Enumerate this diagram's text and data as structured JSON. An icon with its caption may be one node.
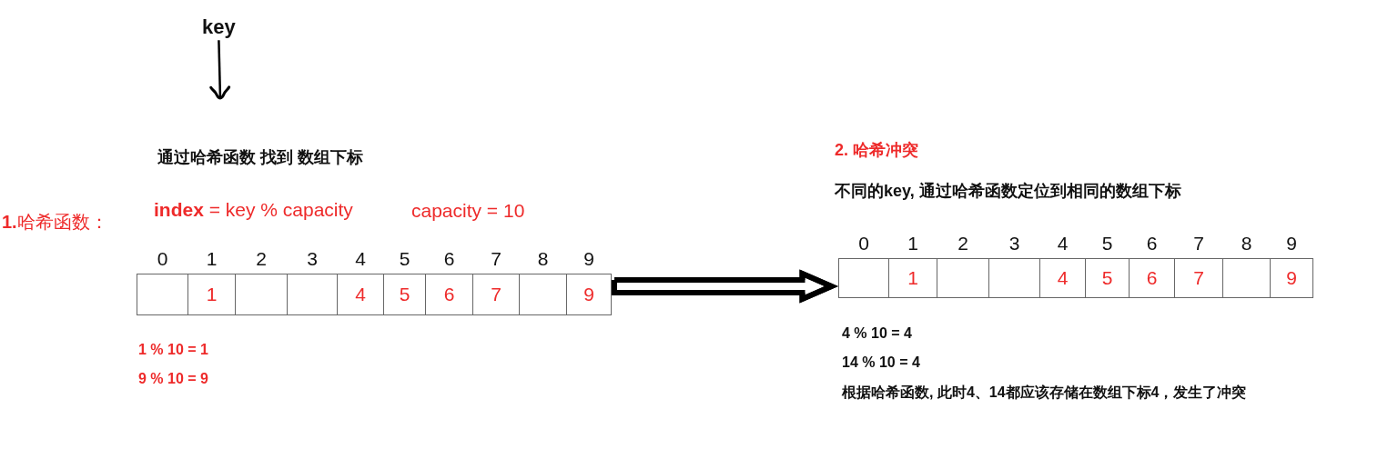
{
  "diagram": {
    "nodes": [
      {
        "text": [
          "key"
        ]
      },
      {
        "text": [],
        "shape": "box"
      },
      {
        "text": [],
        "shape": "box",
        "in": 1,
        "beside": [
          "0"
        ]
      },
      {
        "text": [
          "1"
        ],
        "in": 1,
        "beside": [
          "1"
        ]
      },
      {
        "text": [],
        "shape": "box",
        "in": 1,
        "beside": [
          "2"
        ]
      },
      {
        "text": [],
        "shape": "box",
        "in": 1,
        "beside": [
          "3"
        ]
      },
      {
        "text": [
          "4"
        ],
        "in": 1,
        "beside": [
          "4"
        ]
      },
      {
        "text": [
          "5"
        ],
        "in": 1,
        "beside": [
          "5"
        ]
      },
      {
        "text": [
          "6"
        ],
        "in": 1,
        "beside": [
          "6"
        ]
      },
      {
        "text": [
          "7"
        ],
        "in": 1,
        "beside": [
          "7"
        ]
      },
      {
        "text": [],
        "shape": "box",
        "in": 1,
        "beside": [
          "8"
        ]
      },
      {
        "text": [
          "9"
        ],
        "in": 1,
        "beside": [
          "9"
        ]
      },
      {
        "text": [],
        "shape": "box"
      },
      {
        "text": [],
        "shape": "box",
        "in": 12,
        "beside": [
          "0"
        ]
      },
      {
        "text": [
          "1"
        ],
        "in": 12,
        "beside": [
          "1"
        ]
      },
      {
        "text": [],
        "shape": "box",
        "in": 12,
        "beside": [
          "2"
        ]
      },
      {
        "text": [],
        "shape": "box",
        "in": 12,
        "beside": [
          "3"
        ]
      },
      {
        "text": [
          "4"
        ],
        "in": 12,
        "beside": [
          "4"
        ]
      },
      {
        "text": [
          "5"
        ],
        "in": 12,
        "beside": [
          "5"
        ]
      },
      {
        "text": [
          "6"
        ],
        "in": 12,
        "beside": [
          "6"
        ]
      },
      {
        "text": [
          "7"
        ],
        "in": 12,
        "beside": [
          "7"
        ]
      },
      {
        "text": [],
        "shape": "box",
        "in": 12,
        "beside": [
          "8"
        ]
      },
      {
        "text": [
          "9"
        ],
        "in": 12,
        "beside": [
          "9"
        ]
      }
    ],
    "edges": [
      {
        "from": 0,
        "to": null,
        "arrow": "to"
      },
      {
        "from": 1,
        "to": 12,
        "arrow": "to",
        "style": "thick"
      }
    ],
    "labels": [
      "通过哈希函数 找到 数组下标",
      "**1.**哈希函数：",
      "**index** = key % capacity",
      "capacity = 10",
      "1 % 10 = 1",
      "9 % 10 = 9",
      "2. 哈希冲突",
      "不同的key, 通过哈希函数定位到相同的数组下标",
      "4 % 10 = 4",
      "14 % 10 = 4",
      "根据哈希函数, 此时4、14都应该存储在数组下标4，发生了冲突"
    ]
  }
}
